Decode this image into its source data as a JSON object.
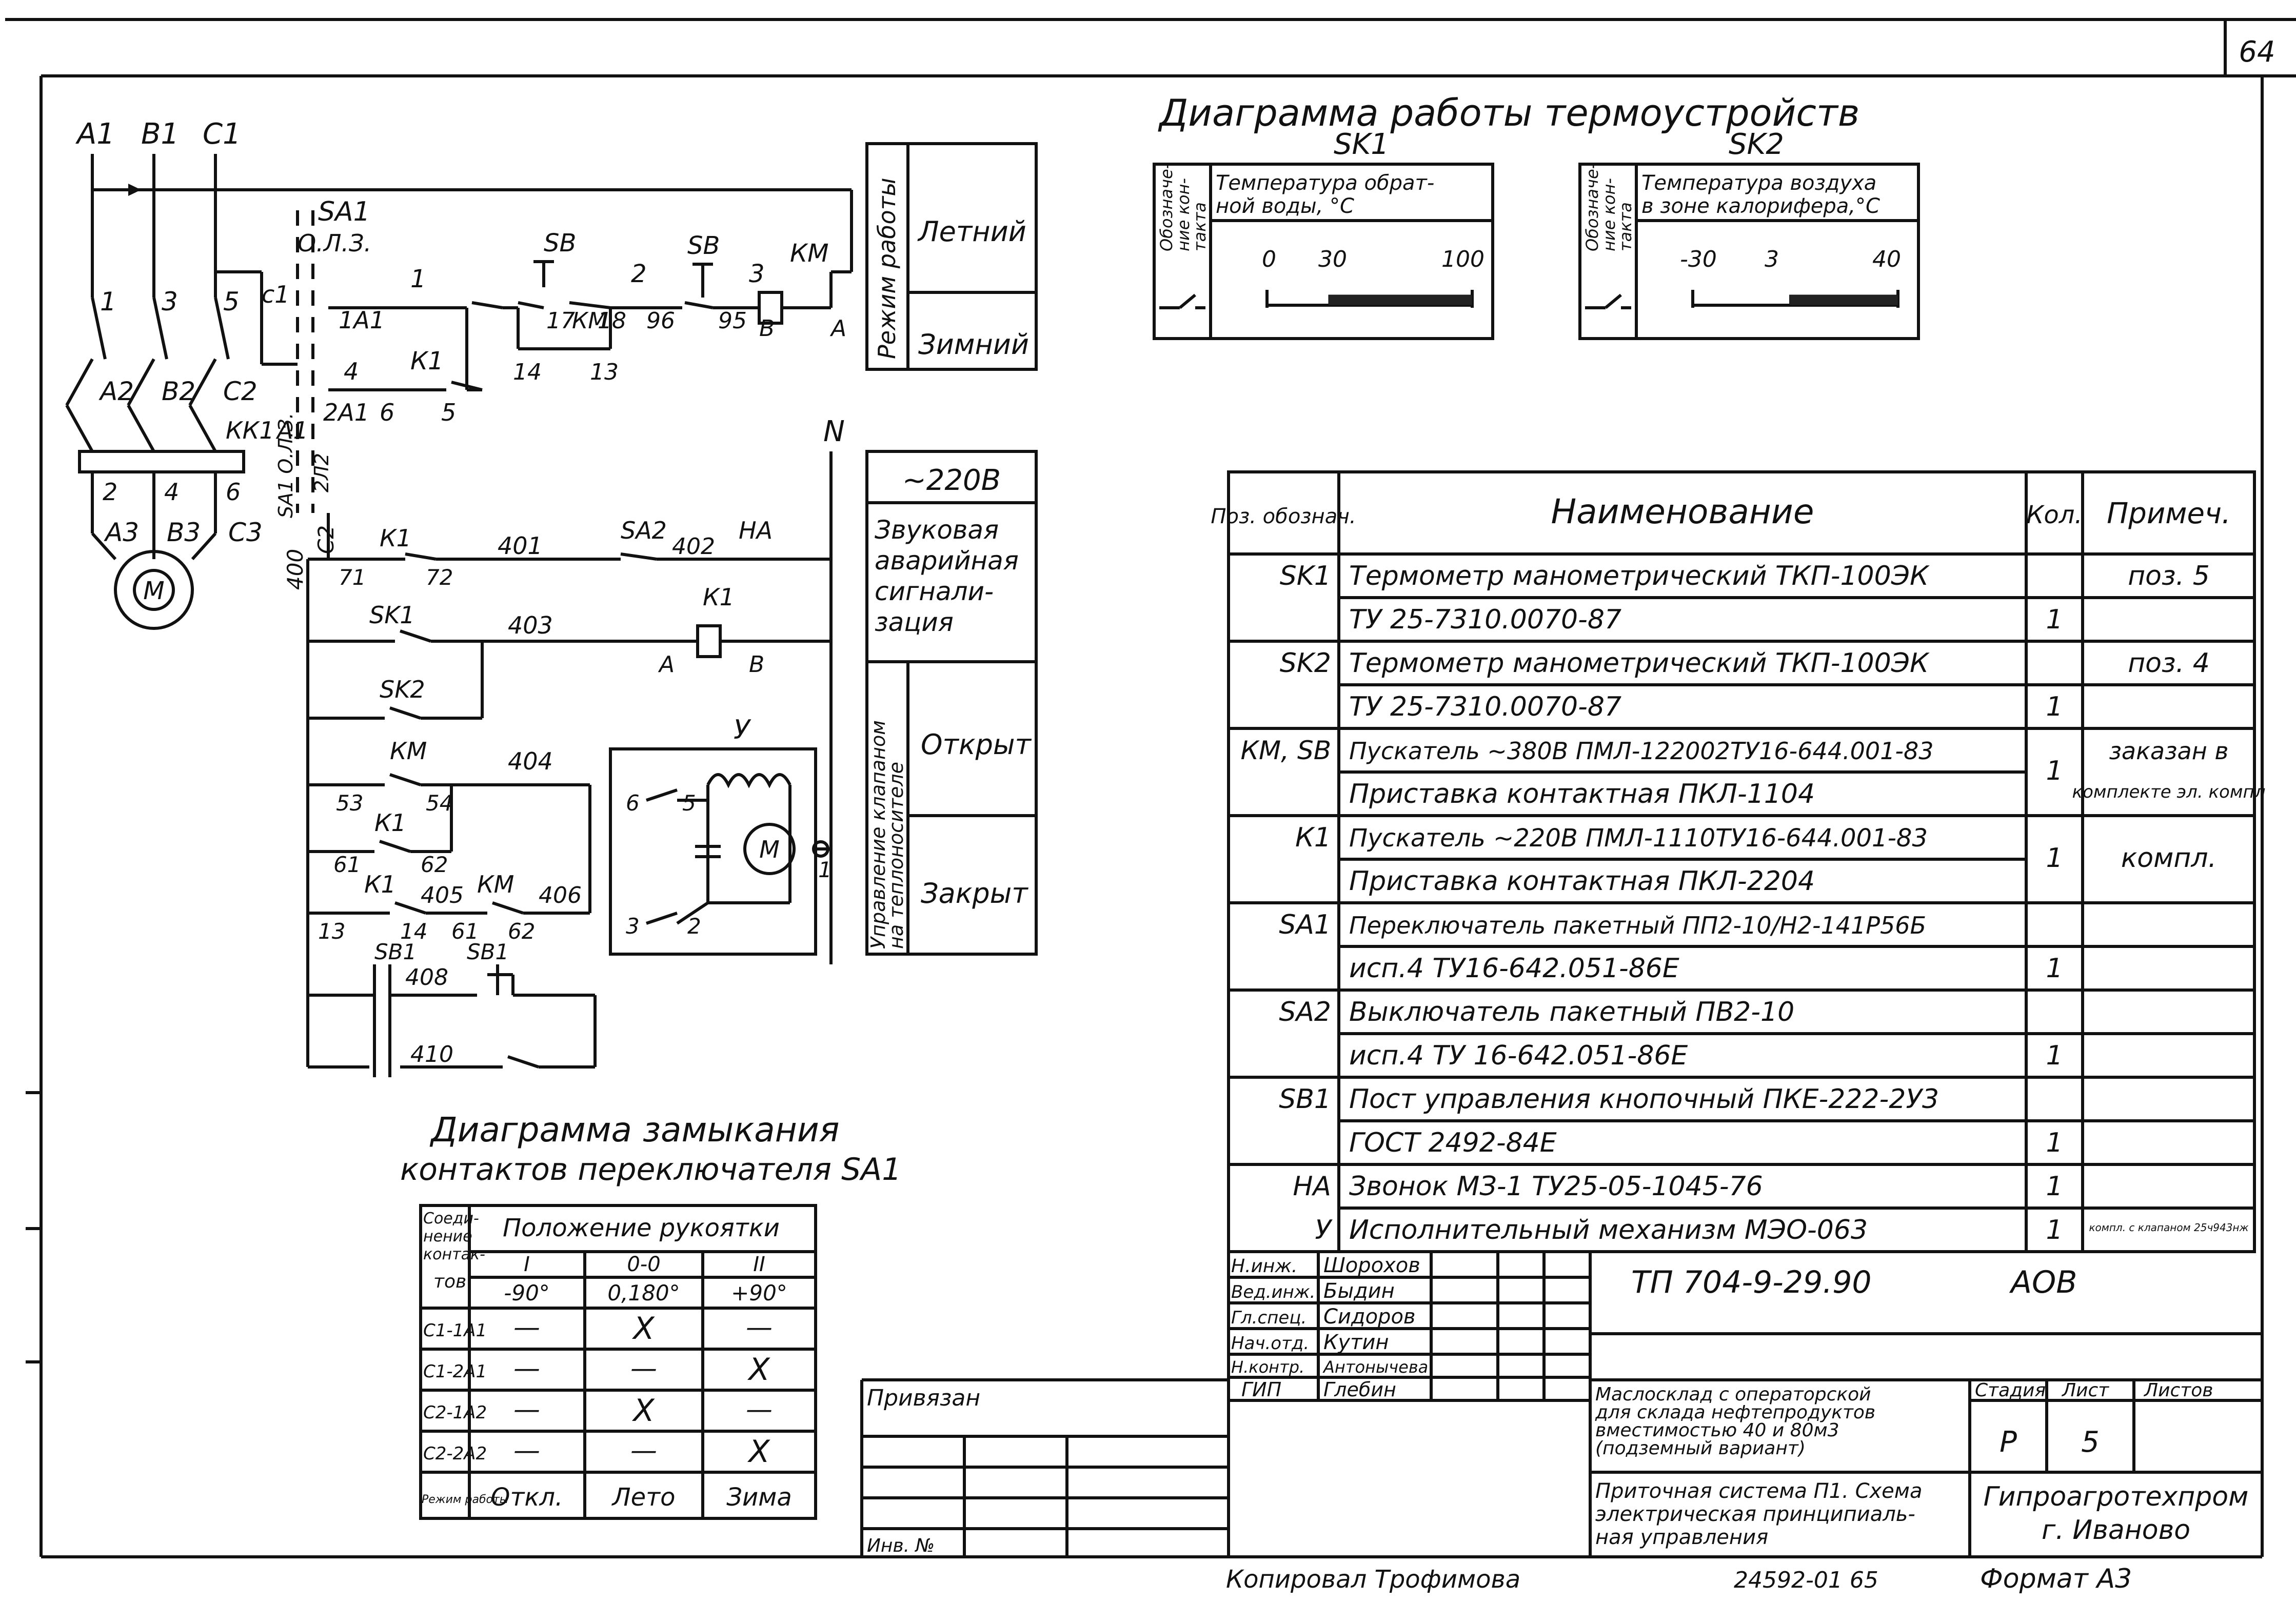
{
  "sheet": {
    "page_number": "64",
    "copied_by": "Копировал Трофимова",
    "inv_number": "24592-01  65",
    "format": "Формат А3"
  },
  "schematic": {
    "phase_labels": [
      "A1",
      "B1",
      "C1"
    ],
    "line_labels": [
      "A2",
      "B2",
      "C2"
    ],
    "motor_terminals": [
      "A3",
      "B3",
      "C3"
    ],
    "motor_label": "M",
    "numbers": {
      "n1": "1",
      "n3": "3",
      "n5": "5",
      "n2": "2",
      "n4": "4",
      "n6": "6",
      "c1": "с1",
      "kk1": "КК1",
      "a1": "А1",
      "sa1_bottom": "SA1 О.Л.З.",
      "dl2": "2Л2",
      "c2": "С2",
      "n400": "400"
    },
    "sa1": "SA1",
    "ol3": "О.Л.З.",
    "wire_1": "1",
    "node_1a1": "1А1",
    "node_2a1": "2А1",
    "node_4": "4",
    "node_6": "6",
    "node_5": "5",
    "k1": "К1",
    "sb": "SB",
    "sb2": "SB",
    "km": "КМ",
    "c17": "17",
    "c18": "18",
    "c14": "14",
    "c13": "13",
    "wire_2": "2",
    "c96": "96",
    "c95": "95",
    "wire_3": "3",
    "term_b": "В",
    "term_a": "А",
    "neutral": "N",
    "row401": {
      "k1": "К1",
      "c71": "71",
      "c72": "72",
      "wire401": "401",
      "sa2": "SA2",
      "wire402": "402",
      "ha": "НА"
    },
    "row403": {
      "sk1": "SK1",
      "wire403": "403",
      "k1": "К1",
      "a": "А",
      "b": "В"
    },
    "sk2": "SK2",
    "row404": {
      "km": "КМ",
      "wire404": "404",
      "c53": "53",
      "c54": "54",
      "k1": "К1",
      "c61": "61",
      "c62": "62"
    },
    "row405": {
      "k1": "К1",
      "c13": "13",
      "c14": "14",
      "wire405": "405",
      "km": "КМ",
      "c61": "61",
      "wire406": "406",
      "c62": "62"
    },
    "row408": {
      "sb1a": "SB1",
      "wire408": "408",
      "sb1b": "SB1",
      "wire410": "410"
    },
    "actuator": {
      "label": "У",
      "t6": "6",
      "t5": "5",
      "t3": "3",
      "t2": "2",
      "t1": "1",
      "motor": "M"
    }
  },
  "mode_panel": {
    "title": "Режим работы",
    "summer": "Летний",
    "winter": "Зимний"
  },
  "signal_panel": {
    "voltage": "~220В",
    "alarm": [
      "Звуковая",
      "аварийная",
      "сигнали-",
      "зация"
    ],
    "valve_title_1": "Управление клапаном",
    "valve_title_2": "на теплоносителе",
    "open": "Открыт",
    "closed": "Закрыт"
  },
  "thermo": {
    "title": "Диаграмма работы термоустройств",
    "sk1": {
      "name": "SK1",
      "col_a": [
        "Обозначе-",
        "ние кон-",
        "такта"
      ],
      "col_b": [
        "Температура обрат-",
        "ной воды,      °С"
      ],
      "scale": [
        "0",
        "30",
        "100"
      ],
      "range": {
        "min": 0,
        "max": 100,
        "on_from": 30,
        "on_to": 100
      }
    },
    "sk2": {
      "name": "SK2",
      "col_a": [
        "Обозначе-",
        "ние кон-",
        "такта"
      ],
      "col_b": [
        "Температура воздуха",
        "в зоне калорифера,°С"
      ],
      "scale": [
        "-30",
        "3",
        "40"
      ],
      "range": {
        "min": -30,
        "max": 40,
        "on_from": 3,
        "on_to": 40
      }
    }
  },
  "spec_table": {
    "headers": [
      "Поз. обознач.",
      "Наименование",
      "Кол.",
      "Примеч."
    ],
    "rows": [
      [
        "SK1",
        "Термометр манометрический ТКП-100ЭК",
        "",
        "поз. 5"
      ],
      [
        "",
        "ТУ 25-7310.0070-87",
        "1",
        ""
      ],
      [
        "SK2",
        "Термометр манометрический ТКП-100ЭК",
        "",
        "поз. 4"
      ],
      [
        "",
        "ТУ 25-7310.0070-87",
        "1",
        ""
      ],
      [
        "КМ, SB",
        "Пускатель ~380В ПМЛ-122002ТУ16-644.001-83",
        "1",
        "заказан в"
      ],
      [
        "",
        "Приставка контактная ПКЛ-1104",
        "",
        "комплекте эл. компл"
      ],
      [
        "К1",
        "Пускатель ~220В ПМЛ-1110ТУ16-644.001-83",
        "1",
        "компл."
      ],
      [
        "",
        "Приставка контактная ПКЛ-2204",
        "",
        ""
      ],
      [
        "SA1",
        "Переключатель пакетный ПП2-10/Н2-141Р56Б",
        "",
        ""
      ],
      [
        "",
        "исп.4 ТУ16-642.051-86Е",
        "1",
        ""
      ],
      [
        "SA2",
        "Выключатель пакетный ПВ2-10",
        "",
        ""
      ],
      [
        "",
        "исп.4 ТУ 16-642.051-86Е",
        "1",
        ""
      ],
      [
        "SB1",
        "Пост управления кнопочный ПКЕ-222-2У3",
        "",
        ""
      ],
      [
        "",
        "ГОСТ 2492-84Е",
        "1",
        ""
      ],
      [
        "НА",
        "Звонок МЗ-1 ТУ25-05-1045-76",
        "1",
        ""
      ],
      [
        "У",
        "Исполнительный механизм МЭО-063",
        "1",
        "компл. с клапаном 25ч943нж"
      ]
    ]
  },
  "switch_table": {
    "title_1": "Диаграмма замыкания",
    "title_2": "контактов переключателя SA1",
    "head_contacts": [
      "Соеди-",
      "нение",
      "контак-",
      "тов"
    ],
    "head_position": "Положение рукоятки",
    "positions": [
      "I",
      "0-0",
      "II"
    ],
    "angles": [
      "-90°",
      "0,180°",
      "+90°"
    ],
    "rows": [
      {
        "name": "С1-1А1",
        "cells": [
          "—",
          "X",
          "—"
        ]
      },
      {
        "name": "С1-2А1",
        "cells": [
          "—",
          "—",
          "X"
        ]
      },
      {
        "name": "С2-1А2",
        "cells": [
          "—",
          "X",
          "—"
        ]
      },
      {
        "name": "С2-2А2",
        "cells": [
          "—",
          "—",
          "X"
        ]
      }
    ],
    "mode_row": {
      "name": "Режим работы",
      "cells": [
        "Откл.",
        "Лето",
        "Зима"
      ]
    }
  },
  "title_block": {
    "doc_number": "ТП 704-9-29.90",
    "section": "АОВ",
    "signatures": [
      {
        "role": "Н.инж.",
        "name": "Шорохов"
      },
      {
        "role": "Вед.инж.",
        "name": "Быдин"
      },
      {
        "role": "Гл.спец.",
        "name": "Сидоров"
      },
      {
        "role": "Нач.отд.",
        "name": "Кутин"
      },
      {
        "role": "Н.контр.",
        "name": "Антонычева"
      },
      {
        "role": "ГИП",
        "name": "Глебин"
      }
    ],
    "bound": "Привязан",
    "inv": "Инв. №",
    "project": [
      "Маслосклад с операторской",
      "для склада нефтепродуктов",
      "вместимостью 40 и 80м3",
      "(подземный вариант)"
    ],
    "sheet_title": [
      "Приточная система П1. Схема",
      "электрическая принципиаль-",
      "ная управления"
    ],
    "stage_label": "Стадия",
    "sheet_label": "Лист",
    "sheets_label": "Листов",
    "stage": "Р",
    "sheet": "5",
    "org": [
      "Гипроагротехпром",
      "г. Иваново"
    ]
  }
}
